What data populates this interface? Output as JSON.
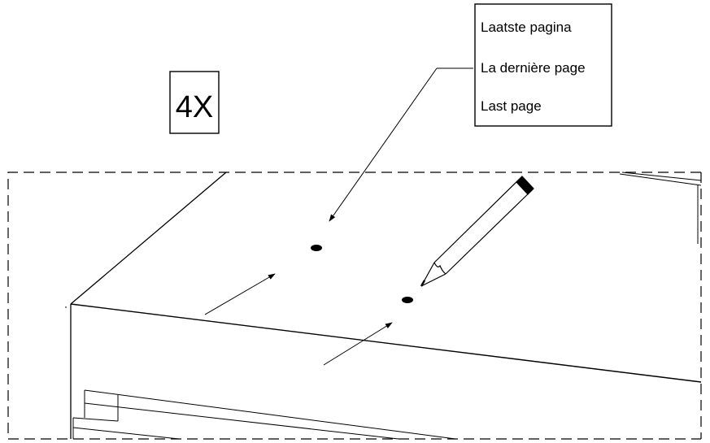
{
  "quantity_label": "4X",
  "note": {
    "lines": [
      "Laatste pagina",
      "La dernière page",
      "Last page"
    ]
  }
}
